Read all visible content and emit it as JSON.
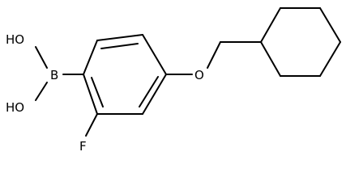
{
  "molecule": {
    "atoms": {
      "hydroxyl_top": "HO",
      "boron": "B",
      "hydroxyl_bottom": "HO",
      "oxygen_ether": "O",
      "fluorine": "F"
    }
  }
}
